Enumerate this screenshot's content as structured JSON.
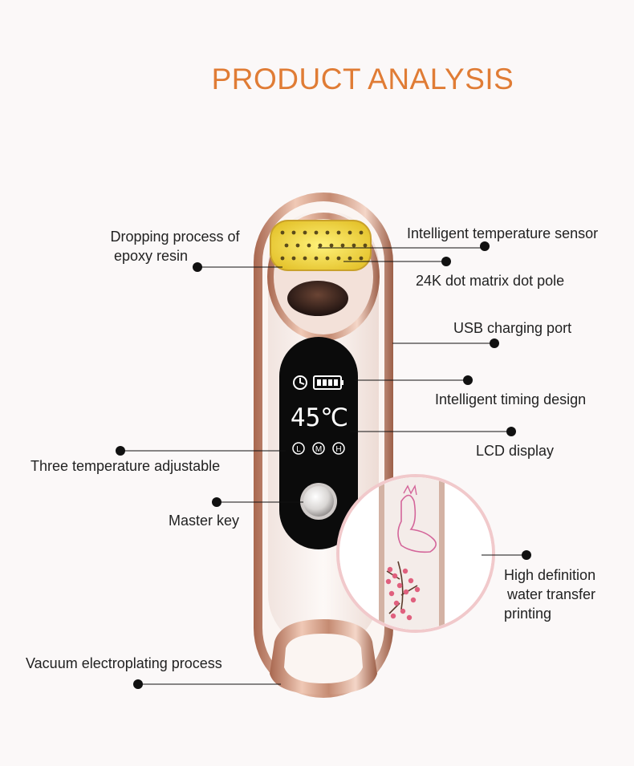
{
  "title": "PRODUCT ANALYSIS",
  "callouts": {
    "epoxy_line1": "Dropping process of",
    "epoxy_line2": "epoxy resin",
    "temp_sensor": "Intelligent temperature sensor",
    "dot_pole": "24K dot matrix dot pole",
    "usb": "USB charging port",
    "timing": "Intelligent timing design",
    "lcd": "LCD display",
    "three_temp": "Three temperature adjustable",
    "master_key": "Master key",
    "hd_line1": "High definition",
    "hd_line2": "water transfer",
    "hd_line3": "printing",
    "vacuum": "Vacuum electroplating process"
  },
  "display": {
    "temperature": "45℃",
    "mode_low": "L",
    "mode_mid": "M",
    "mode_high": "H"
  },
  "colors": {
    "title": "#e07c35",
    "rose_gold": "#c98f76",
    "body_white": "#f8f2ef",
    "screen": "#0b0b0b",
    "head_gold": "#f2df4a"
  }
}
